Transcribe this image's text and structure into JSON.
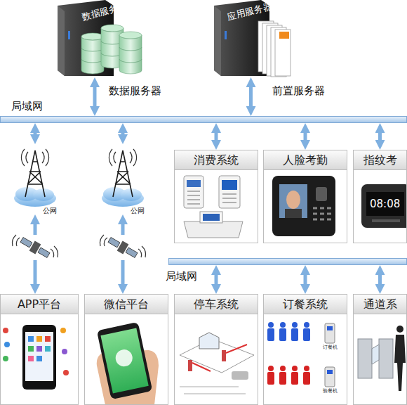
{
  "diagram": {
    "nodes": [
      {
        "text": [
          "数据服务器",
          "数据服务器"
        ]
      },
      {
        "text": [
          "应用服务器",
          "前置服务器"
        ]
      },
      {
        "text": [
          "局域网"
        ]
      },
      {
        "text": [
          "公网"
        ]
      },
      {
        "text": [
          "公网"
        ]
      },
      {
        "text": [
          "消费系统"
        ]
      },
      {
        "text": [
          "人脸考勤"
        ]
      },
      {
        "text": [
          "指纹考"
        ]
      },
      {
        "text": [
          "局域网"
        ]
      },
      {
        "text": [
          "APP平台"
        ]
      },
      {
        "text": [
          "微信平台"
        ]
      },
      {
        "text": [
          "停车系统"
        ]
      },
      {
        "text": [
          "订餐系统"
        ]
      },
      {
        "text": [
          "通道系"
        ]
      }
    ],
    "edges": [
      {
        "from": 0,
        "to": 2,
        "arrow": "both"
      },
      {
        "from": 1,
        "to": 2,
        "arrow": "both"
      },
      {
        "from": 2,
        "to": 3,
        "arrow": "both"
      },
      {
        "from": 2,
        "to": 4,
        "arrow": "both"
      },
      {
        "from": 2,
        "to": 5,
        "arrow": "both"
      },
      {
        "from": 2,
        "to": 6,
        "arrow": "both"
      },
      {
        "from": 2,
        "to": 7,
        "arrow": "both"
      },
      {
        "from": 3,
        "to": 9,
        "arrow": "both"
      },
      {
        "from": 4,
        "to": 10,
        "arrow": "both"
      },
      {
        "from": 8,
        "to": 11,
        "arrow": "both"
      },
      {
        "from": 8,
        "to": 12,
        "arrow": "both"
      },
      {
        "from": 8,
        "to": 13,
        "arrow": "both"
      }
    ],
    "labels": [
      "08:08",
      "订餐机",
      "验餐机"
    ]
  }
}
